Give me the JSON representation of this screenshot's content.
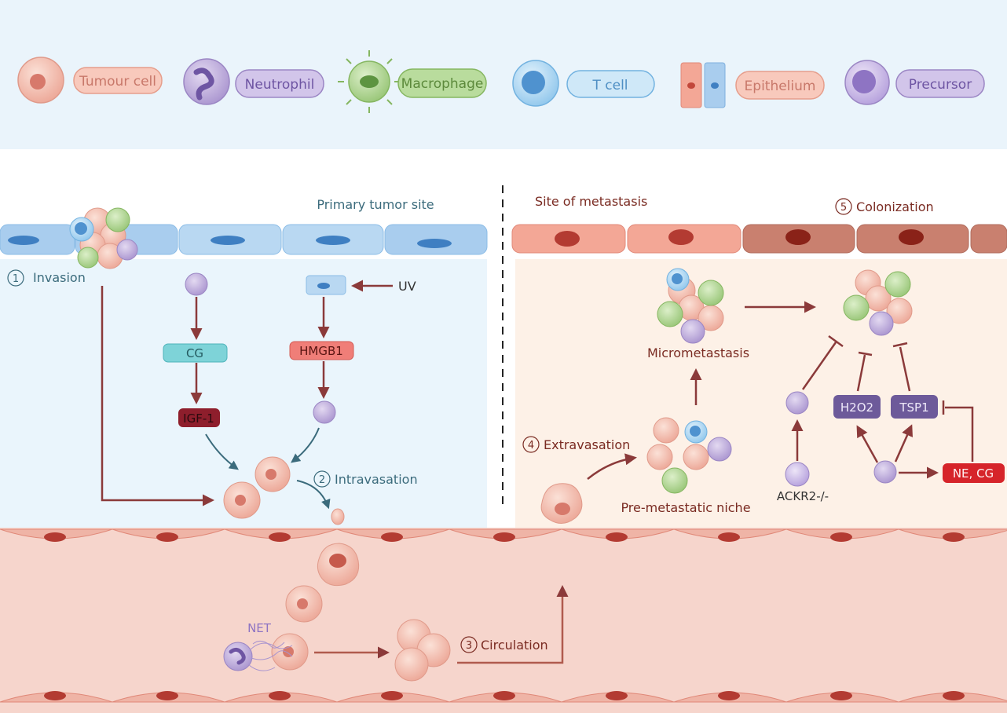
{
  "legend": {
    "tumour_cell": "Tumour cell",
    "neutrophil": "Neutrophil",
    "macrophage": "Macrophage",
    "t_cell": "T cell",
    "epithelium": "Epithelium",
    "precursor": "Precursor"
  },
  "primary": {
    "site_title": "Primary tumor site",
    "step1_num": "1",
    "step1": "Invasion",
    "uv": "UV",
    "cg": "CG",
    "hmgb1": "HMGB1",
    "igf1": "IGF-1",
    "step2_num": "2",
    "step2": "Intravasation"
  },
  "metastasis": {
    "site_title": "Site of metastasis",
    "step5_num": "5",
    "step5": "Colonization",
    "micrometastasis": "Micrometastasis",
    "step4_num": "4",
    "step4": "Extravasation",
    "premetastatic_niche": "Pre-metastatic niche",
    "h2o2": "H2O2",
    "tsp1": "TSP1",
    "ne_cg": "NE, CG",
    "ackr2": "ACKR2-/-"
  },
  "vessel": {
    "net": "NET",
    "step3_num": "3",
    "step3": "Circulation"
  },
  "colors": {
    "legend_bg": "#eaf4fb",
    "primary_bg": "#eaf5fc",
    "metastasis_bg": "#fdf1e7",
    "vessel_bg": "#f6d5cc",
    "arrow": "#8b3a3a",
    "teal_arrow": "#3b6b7c",
    "tumour": "#f2b7a8",
    "neutrophil": "#b9a6d6",
    "macrophage": "#a9d08c",
    "tcell": "#a9d4f0",
    "cg_box": "#7ed3d8",
    "hmgb1_box": "#f07e78",
    "igf1_box": "#8e1e2c",
    "h2o2_box": "#6d5a9a",
    "ne_box": "#d6242a"
  }
}
